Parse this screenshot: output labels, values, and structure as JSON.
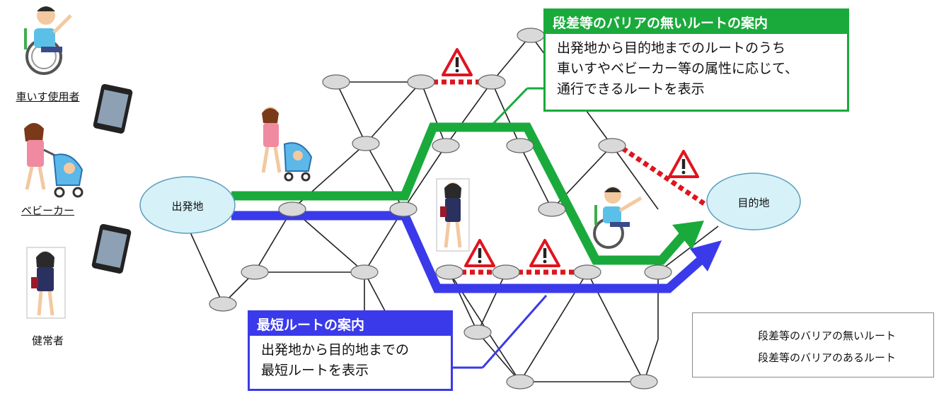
{
  "people": {
    "wheelchair_label": "車いす使用者",
    "stroller_label": "ベビーカー",
    "healthy_label": "健常者"
  },
  "nodes": {
    "origin": "出発地",
    "destination": "目的地"
  },
  "barrier_free_box": {
    "title": "段差等のバリアの無いルートの案内",
    "lines": [
      "出発地から目的地までのルートのうち",
      "車いすやベビーカー等の属性に応じて、",
      "通行できるルートを表示"
    ],
    "color": "#1aaa3c"
  },
  "shortest_box": {
    "title": "最短ルートの案内",
    "lines": [
      "出発地から目的地までの",
      "最短ルートを表示"
    ],
    "color": "#3a3aea"
  },
  "legend": {
    "no_barrier": "段差等のバリアの無いルート",
    "barrier": "段差等のバリアのあるルート"
  },
  "colors": {
    "green_route": "#1aaa3c",
    "blue_route": "#3a3aea",
    "barrier_red": "#e0141e",
    "node_fill": "#d9d9d9",
    "terminal_fill": "#d6f1f8"
  }
}
